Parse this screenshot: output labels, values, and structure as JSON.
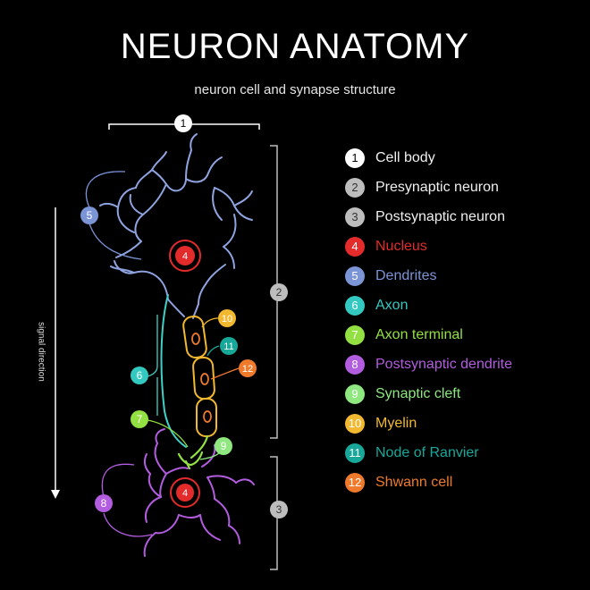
{
  "title": "NEURON ANATOMY",
  "subtitle": "neuron cell and synapse structure",
  "signal_label": "signal direction",
  "legend": [
    {
      "num": "1",
      "label": "Cell body",
      "color": "#ffffff",
      "text_color": "#000000"
    },
    {
      "num": "2",
      "label": "Presynaptic neuron",
      "color": "#bdbdbd",
      "text_color": "#333333"
    },
    {
      "num": "3",
      "label": "Postsynaptic neuron",
      "color": "#bdbdbd",
      "text_color": "#333333"
    },
    {
      "num": "4",
      "label": "Nucleus",
      "color": "#e32b2b",
      "text_color": "#ffffff"
    },
    {
      "num": "5",
      "label": "Dendrites",
      "color": "#7b94d6",
      "text_color": "#ffffff"
    },
    {
      "num": "6",
      "label": "Axon",
      "color": "#34c9c0",
      "text_color": "#ffffff"
    },
    {
      "num": "7",
      "label": "Axon terminal",
      "color": "#93e042",
      "text_color": "#ffffff"
    },
    {
      "num": "8",
      "label": "Postsynaptic dendrite",
      "color": "#b25ce0",
      "text_color": "#ffffff"
    },
    {
      "num": "9",
      "label": "Synaptic cleft",
      "color": "#8ee87f",
      "text_color": "#ffffff"
    },
    {
      "num": "10",
      "label": "Myelin",
      "color": "#f2b830",
      "text_color": "#ffffff"
    },
    {
      "num": "11",
      "label": "Node of Ranvier",
      "color": "#17a89a",
      "text_color": "#ffffff"
    },
    {
      "num": "12",
      "label": "Shwann cell",
      "color": "#f07a2b",
      "text_color": "#ffffff"
    }
  ],
  "colors": {
    "dendrite": "#8ea3e0",
    "axon": "#3fd0c6",
    "myelin": "#f2b830",
    "schwann_nucleus": "#f07a2b",
    "terminal": "#93e042",
    "post_dendrite": "#b25ce0",
    "nucleus": "#e32b2b",
    "bracket": "#bdbdbd"
  }
}
